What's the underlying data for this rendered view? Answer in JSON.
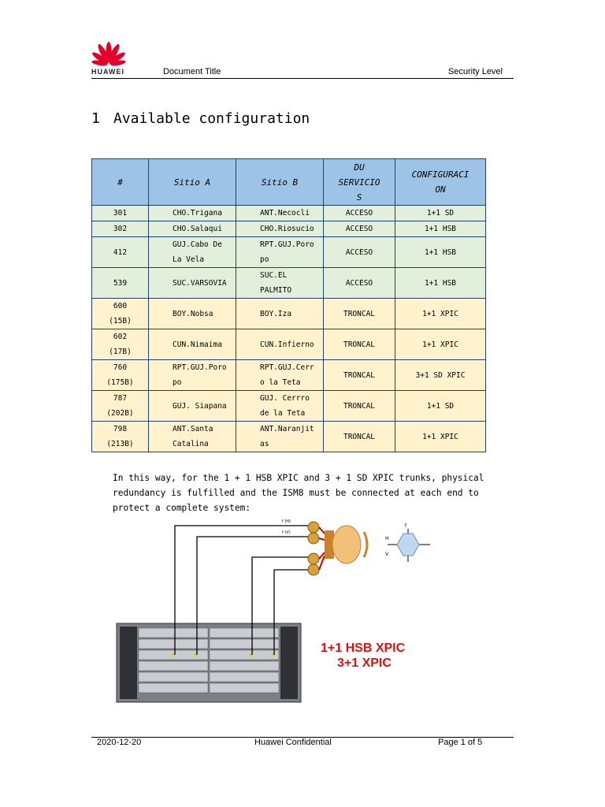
{
  "header": {
    "logo_text": "HUAWEI",
    "doc_title": "Document Title",
    "security_level": "Security Level"
  },
  "section": {
    "number": "1",
    "title": "Available configuration"
  },
  "table": {
    "headers": [
      "#",
      "Sitio A",
      "Sitio B",
      "DU\nSERVICIO\nS",
      "CONFIGURACI\nON"
    ],
    "rows": [
      {
        "id": "301",
        "a": "CHO.Trigana",
        "b": "ANT.Necocli",
        "du": "ACCESO",
        "cfg": "1+1 SD",
        "tone": "g"
      },
      {
        "id": "302",
        "a": "CHO.Salaqui",
        "b": "CHO.Riosucio",
        "du": "ACCESO",
        "cfg": "1+1 HSB",
        "tone": "g"
      },
      {
        "id": "412",
        "a": "GUJ.Cabo De\nLa Vela",
        "b": "RPT.GUJ.Poro\npo",
        "du": "ACCESO",
        "cfg": "1+1 HSB",
        "tone": "g"
      },
      {
        "id": "539",
        "a": "SUC.VARSOVIA",
        "b": "SUC.EL\nPALMITO",
        "du": "ACCESO",
        "cfg": "1+1 HSB",
        "tone": "g"
      },
      {
        "id": "600\n(15B)",
        "a": "BOY.Nobsa",
        "b": "BOY.Iza",
        "du": "TRONCAL",
        "cfg": "1+1 XPIC",
        "tone": "y"
      },
      {
        "id": "602\n(17B)",
        "a": "CUN.Nimaima",
        "b": "CUN.Infierno",
        "du": "TRONCAL",
        "cfg": "1+1 XPIC",
        "tone": "y"
      },
      {
        "id": "760\n(175B)",
        "a": "RPT.GUJ.Poro\npo",
        "b": "RPT.GUJ.Cerr\no la Teta",
        "du": "TRONCAL",
        "cfg": "3+1 SD XPIC",
        "tone": "y"
      },
      {
        "id": "787\n(202B)",
        "a": "GUJ. Siapana",
        "b": "GUJ. Cerrro\nde la Teta",
        "du": "TRONCAL",
        "cfg": "1+1 SD",
        "tone": "y"
      },
      {
        "id": "798\n(213B)",
        "a": "ANT.Santa\nCatalina",
        "b": "ANT.Naranjit\nas",
        "du": "TRONCAL",
        "cfg": "1+1 XPIC",
        "tone": "y"
      }
    ]
  },
  "paragraph": "In this way, for the 1 + 1 HSB XPIC and 3 + 1 SD XPIC trunks, physical redundancy is fulfilled and the ISM8 must be connected at each end to protect a complete system:",
  "figure": {
    "label_line1": "1+1 HSB XPIC",
    "label_line2": "3+1 XPIC",
    "port_labels": [
      "f (H)",
      "f (V)"
    ],
    "pol_labels": [
      "f",
      "H",
      "V"
    ],
    "label_color": "#e01010"
  },
  "footer": {
    "date": "2020-12-20",
    "confidential": "Huawei Confidential",
    "page": "Page 1 of 5"
  }
}
